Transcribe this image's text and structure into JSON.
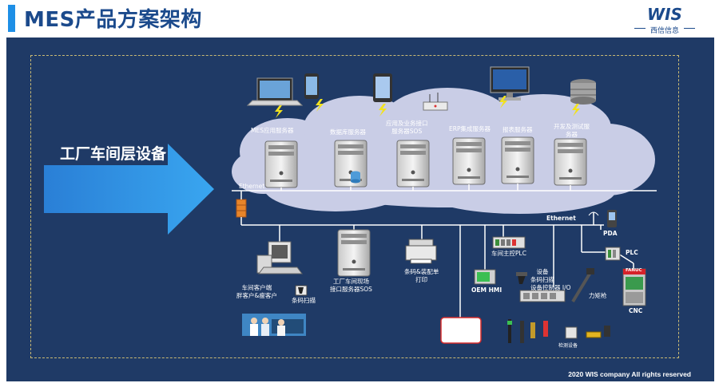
{
  "title": "MES产品方案架构",
  "logo": {
    "name": "WIS",
    "subtitle": "西信信息"
  },
  "copyright": "2020 WIS company All rights reserved",
  "arrow_label": "工厂车间层设备",
  "colors": {
    "accent": "#1e8fe6",
    "background": "#1f3a66",
    "cloud": "#c9cde6",
    "network_line": "#ffffff",
    "title": "#1b4a8c"
  },
  "servers": [
    {
      "label": "MES应用服务器"
    },
    {
      "label": "数据库服务器"
    },
    {
      "label": "应用及业务接口\n服务器SOS"
    },
    {
      "label": "ERP集成服务器"
    },
    {
      "label": "报表服务器"
    },
    {
      "label": "开发及测试服\n务器"
    }
  ],
  "network": {
    "ethernet_top": "Ethernet",
    "ethernet_bottom": "Ethernet"
  },
  "devices": {
    "workshop_client": "车间客户端\n胖客户&瘦客户",
    "barcode_scan": "条码扫描",
    "workshop_server": "工厂车间现场\n接口服务器SOS",
    "barcode_print": "条码&装配单\n打印",
    "oem_hmi": "OEM HMI",
    "workshop_plc": "车间主控PLC",
    "device_barcode": "设备\n条码扫描",
    "device_io": "设备控制器 I/O",
    "torque_gun": "力矩枪",
    "pda": "PDA",
    "plc": "PLC",
    "cnc": "CNC",
    "cnc_brand": "FANUC",
    "test_device": "检测设备"
  }
}
